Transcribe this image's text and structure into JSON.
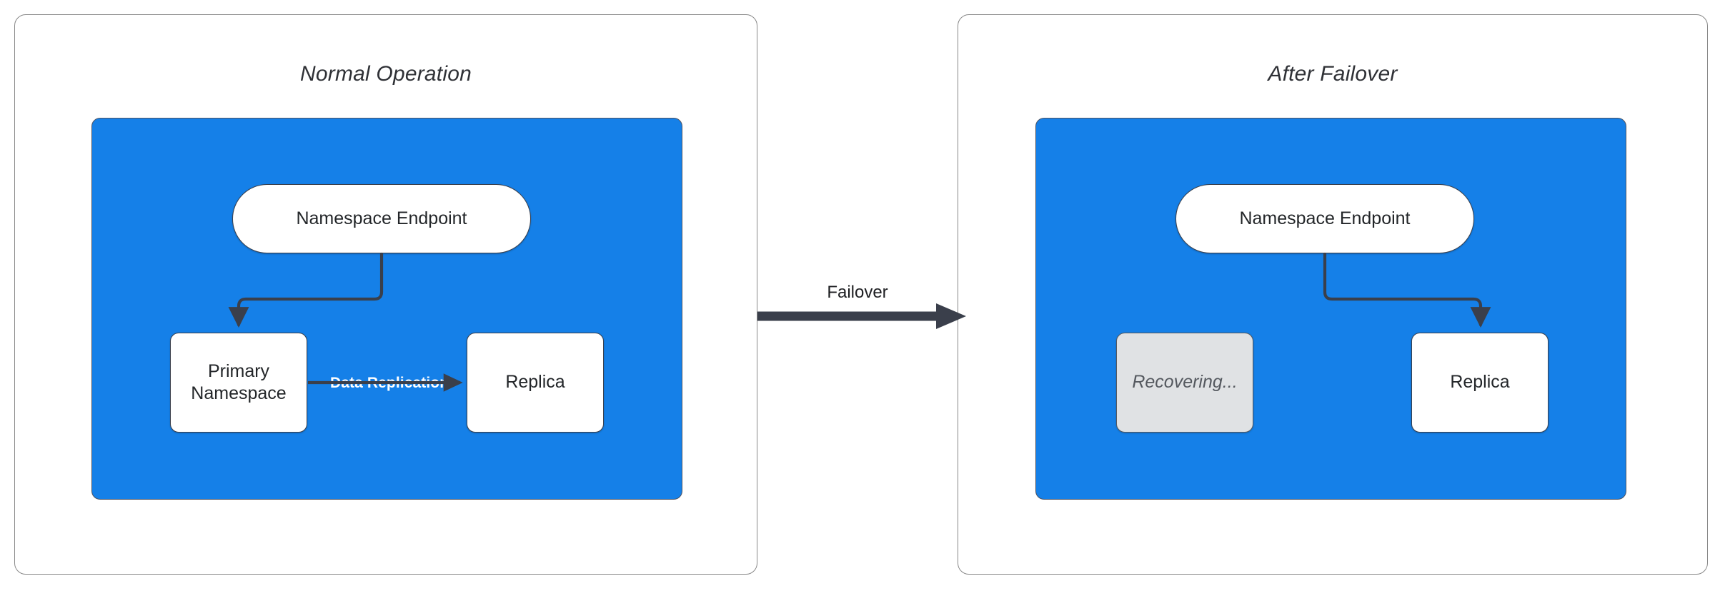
{
  "diagram": {
    "title_left": "Normal Operation",
    "title_right": "After Failover",
    "transition_label": "Failover",
    "colors": {
      "zone_blue": "#1580E8",
      "stroke_dark": "#3a3f4b",
      "muted_fill": "#e0e2e4",
      "panel_border": "#888888",
      "replication_label": "#ffffff"
    }
  },
  "panel_left": {
    "title": "Normal Operation",
    "nodes": {
      "endpoint": "Namespace Endpoint",
      "primary": "Primary Namespace",
      "replica": "Replica"
    },
    "edges": {
      "endpoint_to_primary": "",
      "replication": "Data Replication"
    }
  },
  "panel_right": {
    "title": "After Failover",
    "nodes": {
      "endpoint": "Namespace Endpoint",
      "recovering": "Recovering...",
      "replica": "Replica"
    },
    "edges": {
      "endpoint_to_replica": ""
    }
  }
}
